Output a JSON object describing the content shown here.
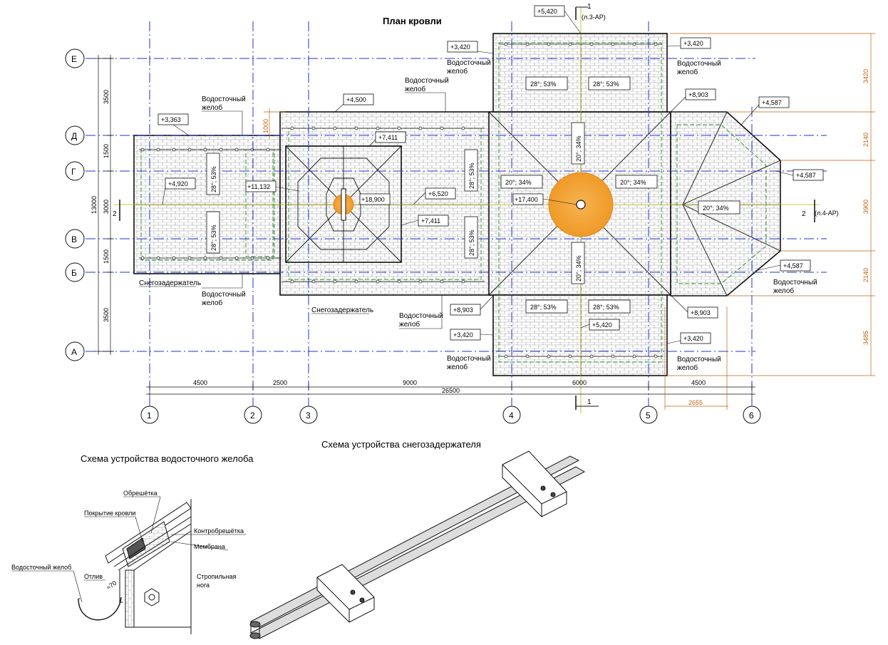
{
  "titles": {
    "roof_plan": "План кровли",
    "snow_guard_scheme": "Схема устройства снегозадержателя",
    "gutter_scheme": "Схема устройства водосточного желоба"
  },
  "axes": {
    "letters": [
      "Е",
      "Д",
      "Г",
      "В",
      "Б",
      "А"
    ],
    "numbers": [
      "1",
      "2",
      "3",
      "4",
      "5",
      "6"
    ]
  },
  "dimensions": {
    "bottom": [
      "4500",
      "2500",
      "9000",
      "6000",
      "4500"
    ],
    "bottom_total": "26500",
    "bottom_extra": "2655",
    "left": [
      "3500",
      "1500",
      "3000",
      "1500",
      "3500"
    ],
    "left_total": "13000",
    "left_extra": "1000",
    "right": [
      "3420",
      "2140",
      "3900",
      "2140",
      "3485"
    ]
  },
  "elevations": {
    "e1": "+5,420",
    "e2": "+3,420",
    "e3": "+3,420",
    "e4": "+4,500",
    "e5": "+8,903",
    "e6": "+4,587",
    "e7": "+3,363",
    "e8": "+7,411",
    "e9": "+4,920",
    "e10": "+11,132",
    "e11": "+18,900",
    "e12": "+6,520",
    "e13": "+17,400",
    "e14": "+4,587",
    "e15": "+7,411",
    "e16": "+4,587",
    "e17": "+8,903",
    "e18": "+3,420",
    "e19": "+5,420",
    "e20": "+8,903",
    "e21": "+3,420"
  },
  "slopes": {
    "s28": "28°; 53%",
    "s20": "20°; 34%",
    "s28v": "28°; 53%",
    "s20v": "20°; 34%"
  },
  "labels": {
    "gutter_line1": "Водосточный",
    "gutter_line2": "желоб",
    "snow_guard": "Снегозадержатель",
    "section1": "1",
    "section1_ref": "(л.3-АР)",
    "section2": "2",
    "section2_ref": "(л.4-АР)"
  },
  "gutter_detail": {
    "obreshetka": "Обрешётка",
    "pokrytie": "Покрытие кровли",
    "kontrobreshetka": "Контробрешётка",
    "membrana": "Мембрана",
    "vodostochny": "Водосточный желоб",
    "otliv": "Отлив",
    "stropilnaya1": "Стропильная",
    "stropilnaya2": "нога",
    "angle": "≈70"
  },
  "colors": {
    "axis": "#2233cc",
    "orange": "#f0a030",
    "dim_orange": "#c0620e",
    "green": "#2a8a2a",
    "yellow": "#c8c800"
  }
}
